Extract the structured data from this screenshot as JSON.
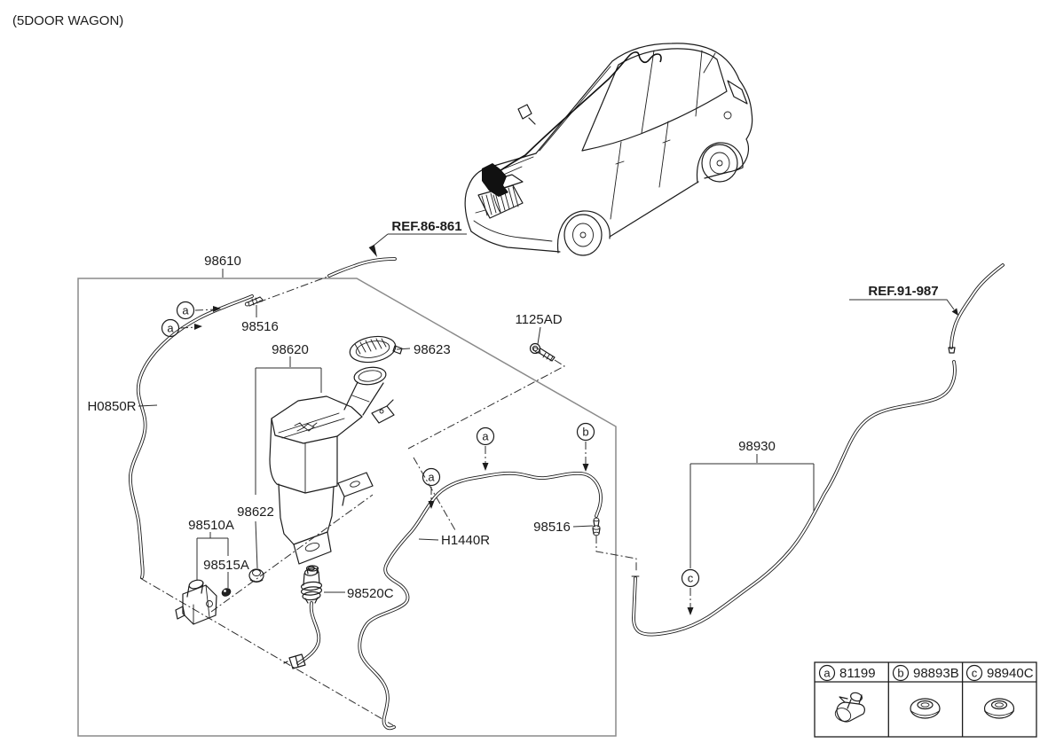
{
  "title": "(5DOOR WAGON)",
  "diagram": {
    "refs": {
      "cowl": "REF.86-861",
      "rear": "REF.91-987"
    },
    "labels": {
      "hose_assy": "98610",
      "connector_front": "98516",
      "hose_front": "H0850R",
      "reservoir": "98620",
      "cap": "98623",
      "bolt": "1125AD",
      "grommet": "98622",
      "motor": "98510A",
      "seal": "98515A",
      "pump": "98520C",
      "hose_mid": "H1440R",
      "connector_rear": "98516",
      "hose_rear": "98930"
    },
    "callouts": {
      "a": "a",
      "b": "b",
      "c": "c"
    }
  },
  "legend": {
    "items": [
      {
        "letter": "a",
        "part": "81199"
      },
      {
        "letter": "b",
        "part": "98893B"
      },
      {
        "letter": "c",
        "part": "98940C"
      }
    ]
  }
}
